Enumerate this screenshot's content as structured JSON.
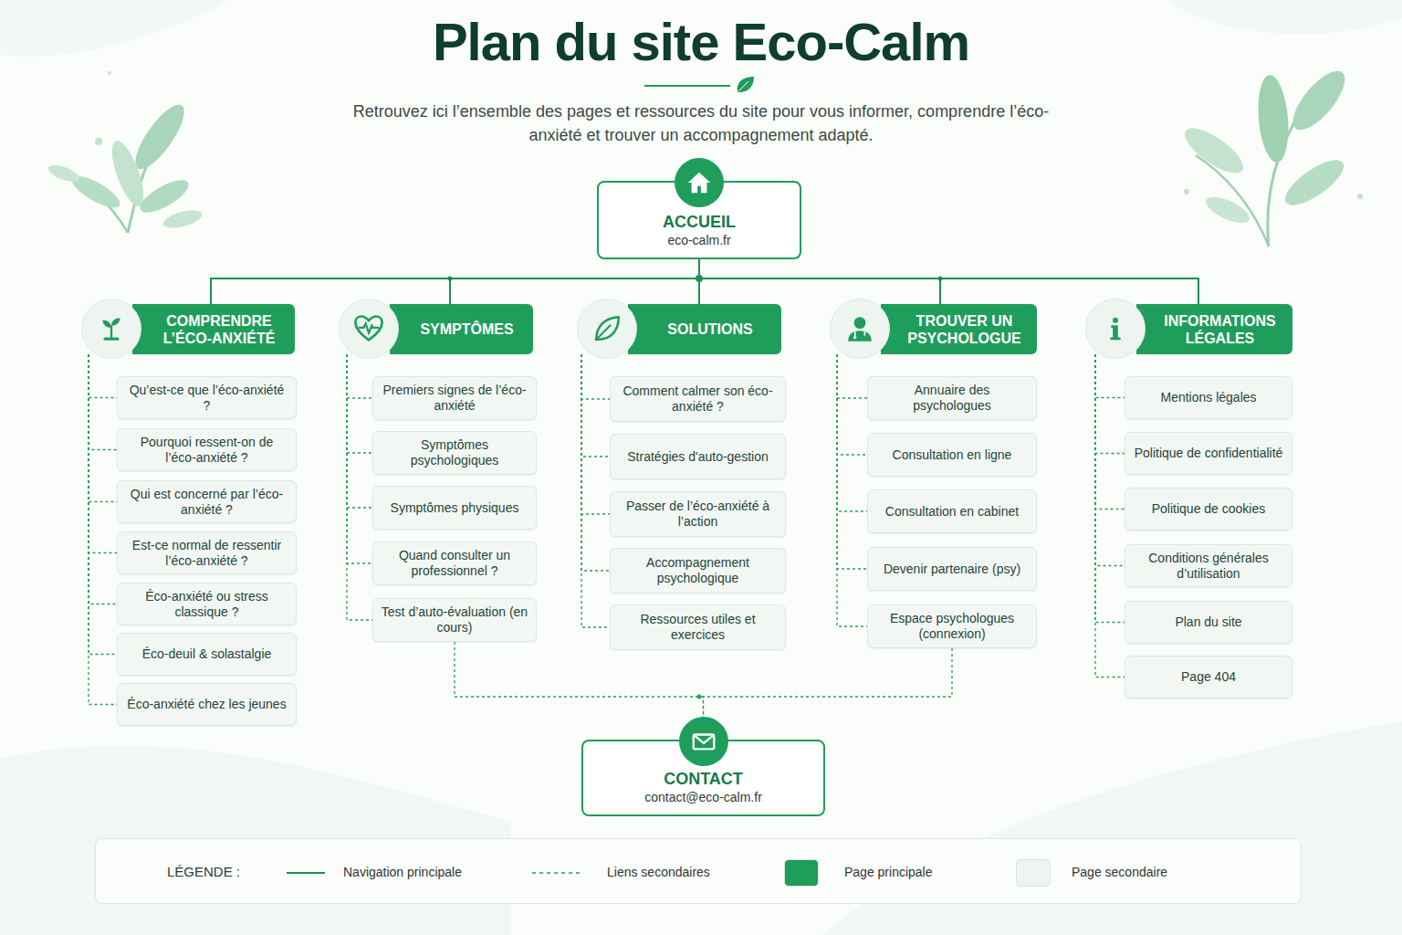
{
  "diagram": {
    "title": "Plan du site Eco-Calm",
    "caption": "Retrouvez ici l’ensemble des pages et ressources du site pour vous informer, comprendre l’éco-anxiété et trouver un accompagnement adapté.",
    "nodes": [
      {
        "text": [
          "ACCUEIL",
          "eco-calm.fr"
        ]
      },
      {
        "text": [
          "COMPRENDRE L’ÉCO-ANXIÉTÉ"
        ]
      },
      {
        "text": [
          "SYMPTÔMES"
        ]
      },
      {
        "text": [
          "SOLUTIONS"
        ]
      },
      {
        "text": [
          "TROUVER UN PSYCHOLOGUE"
        ]
      },
      {
        "text": [
          "INFORMATIONS LÉGALES"
        ]
      },
      {
        "text": [
          "Qu’est-ce que l’éco-anxiété ?"
        ]
      },
      {
        "text": [
          "Pourquoi ressent-on de l’éco-anxiété ?"
        ]
      },
      {
        "text": [
          "Qui est concerné par l’éco-anxiété ?"
        ]
      },
      {
        "text": [
          "Est-ce normal de ressentir l’éco-anxiété ?"
        ]
      },
      {
        "text": [
          "Éco-anxiété ou stress classique ?"
        ]
      },
      {
        "text": [
          "Éco-deuil & solastalgie"
        ]
      },
      {
        "text": [
          "Éco-anxiété chez les jeunes"
        ]
      },
      {
        "text": [
          "Premiers signes de l’éco-anxiété"
        ]
      },
      {
        "text": [
          "Symptômes psychologiques"
        ]
      },
      {
        "text": [
          "Symptômes physiques"
        ]
      },
      {
        "text": [
          "Quand consulter un professionnel ?"
        ]
      },
      {
        "text": [
          "Test d’auto-évaluation (en cours)"
        ]
      },
      {
        "text": [
          "Comment calmer son éco-anxiété ?"
        ]
      },
      {
        "text": [
          "Stratégies d'auto-gestion"
        ]
      },
      {
        "text": [
          "Passer de l’éco-anxiété à l’action"
        ]
      },
      {
        "text": [
          "Accompagnement psychologique"
        ]
      },
      {
        "text": [
          "Ressources utiles et exercices"
        ]
      },
      {
        "text": [
          "Annuaire des psychologues"
        ]
      },
      {
        "text": [
          "Consultation en ligne"
        ]
      },
      {
        "text": [
          "Consultation en cabinet"
        ]
      },
      {
        "text": [
          "Devenir partenaire (psy)"
        ]
      },
      {
        "text": [
          "Espace psychologues (connexion)"
        ]
      },
      {
        "text": [
          "Mentions légales"
        ]
      },
      {
        "text": [
          "Politique de confidentialité"
        ]
      },
      {
        "text": [
          "Politique de cookies"
        ]
      },
      {
        "text": [
          "Conditions générales d’utilisation"
        ]
      },
      {
        "text": [
          "Plan du site"
        ]
      },
      {
        "text": [
          "Page 404"
        ]
      },
      {
        "text": [
          "CONTACT",
          "contact@eco-calm.fr"
        ]
      }
    ],
    "edges": [
      {
        "from": 0,
        "to": 1,
        "arrow": "none"
      },
      {
        "from": 0,
        "to": 2,
        "arrow": "none"
      },
      {
        "from": 0,
        "to": 3,
        "arrow": "none"
      },
      {
        "from": 0,
        "to": 4,
        "arrow": "none"
      },
      {
        "from": 0,
        "to": 5,
        "arrow": "none"
      },
      {
        "from": 1,
        "to": 6,
        "arrow": "none"
      },
      {
        "from": 1,
        "to": 7,
        "arrow": "none"
      },
      {
        "from": 1,
        "to": 8,
        "arrow": "none"
      },
      {
        "from": 1,
        "to": 9,
        "arrow": "none"
      },
      {
        "from": 1,
        "to": 10,
        "arrow": "none"
      },
      {
        "from": 1,
        "to": 11,
        "arrow": "none"
      },
      {
        "from": 1,
        "to": 12,
        "arrow": "none"
      },
      {
        "from": 2,
        "to": 13,
        "arrow": "none"
      },
      {
        "from": 2,
        "to": 14,
        "arrow": "none"
      },
      {
        "from": 2,
        "to": 15,
        "arrow": "none"
      },
      {
        "from": 2,
        "to": 16,
        "arrow": "none"
      },
      {
        "from": 2,
        "to": 17,
        "arrow": "none"
      },
      {
        "from": 3,
        "to": 18,
        "arrow": "none"
      },
      {
        "from": 3,
        "to": 19,
        "arrow": "none"
      },
      {
        "from": 3,
        "to": 20,
        "arrow": "none"
      },
      {
        "from": 3,
        "to": 21,
        "arrow": "none"
      },
      {
        "from": 3,
        "to": 22,
        "arrow": "none"
      },
      {
        "from": 4,
        "to": 23,
        "arrow": "none"
      },
      {
        "from": 4,
        "to": 24,
        "arrow": "none"
      },
      {
        "from": 4,
        "to": 25,
        "arrow": "none"
      },
      {
        "from": 4,
        "to": 26,
        "arrow": "none"
      },
      {
        "from": 4,
        "to": 27,
        "arrow": "none"
      },
      {
        "from": 5,
        "to": 28,
        "arrow": "none"
      },
      {
        "from": 5,
        "to": 29,
        "arrow": "none"
      },
      {
        "from": 5,
        "to": 30,
        "arrow": "none"
      },
      {
        "from": 5,
        "to": 31,
        "arrow": "none"
      },
      {
        "from": 5,
        "to": 32,
        "arrow": "none"
      },
      {
        "from": 5,
        "to": 33,
        "arrow": "none"
      },
      {
        "from": 17,
        "to": 34,
        "arrow": "none"
      },
      {
        "from": 27,
        "to": 34,
        "arrow": "none"
      }
    ],
    "labels": [
      "LÉGENDE :"
    ],
    "legend": [
      {
        "text": "Navigation principale"
      },
      {
        "text": "Liens secondaires"
      },
      {
        "text": "Page principale",
        "color": "#1f9d5b"
      },
      {
        "text": "Page secondaire",
        "color": "#eef5f0"
      }
    ]
  }
}
